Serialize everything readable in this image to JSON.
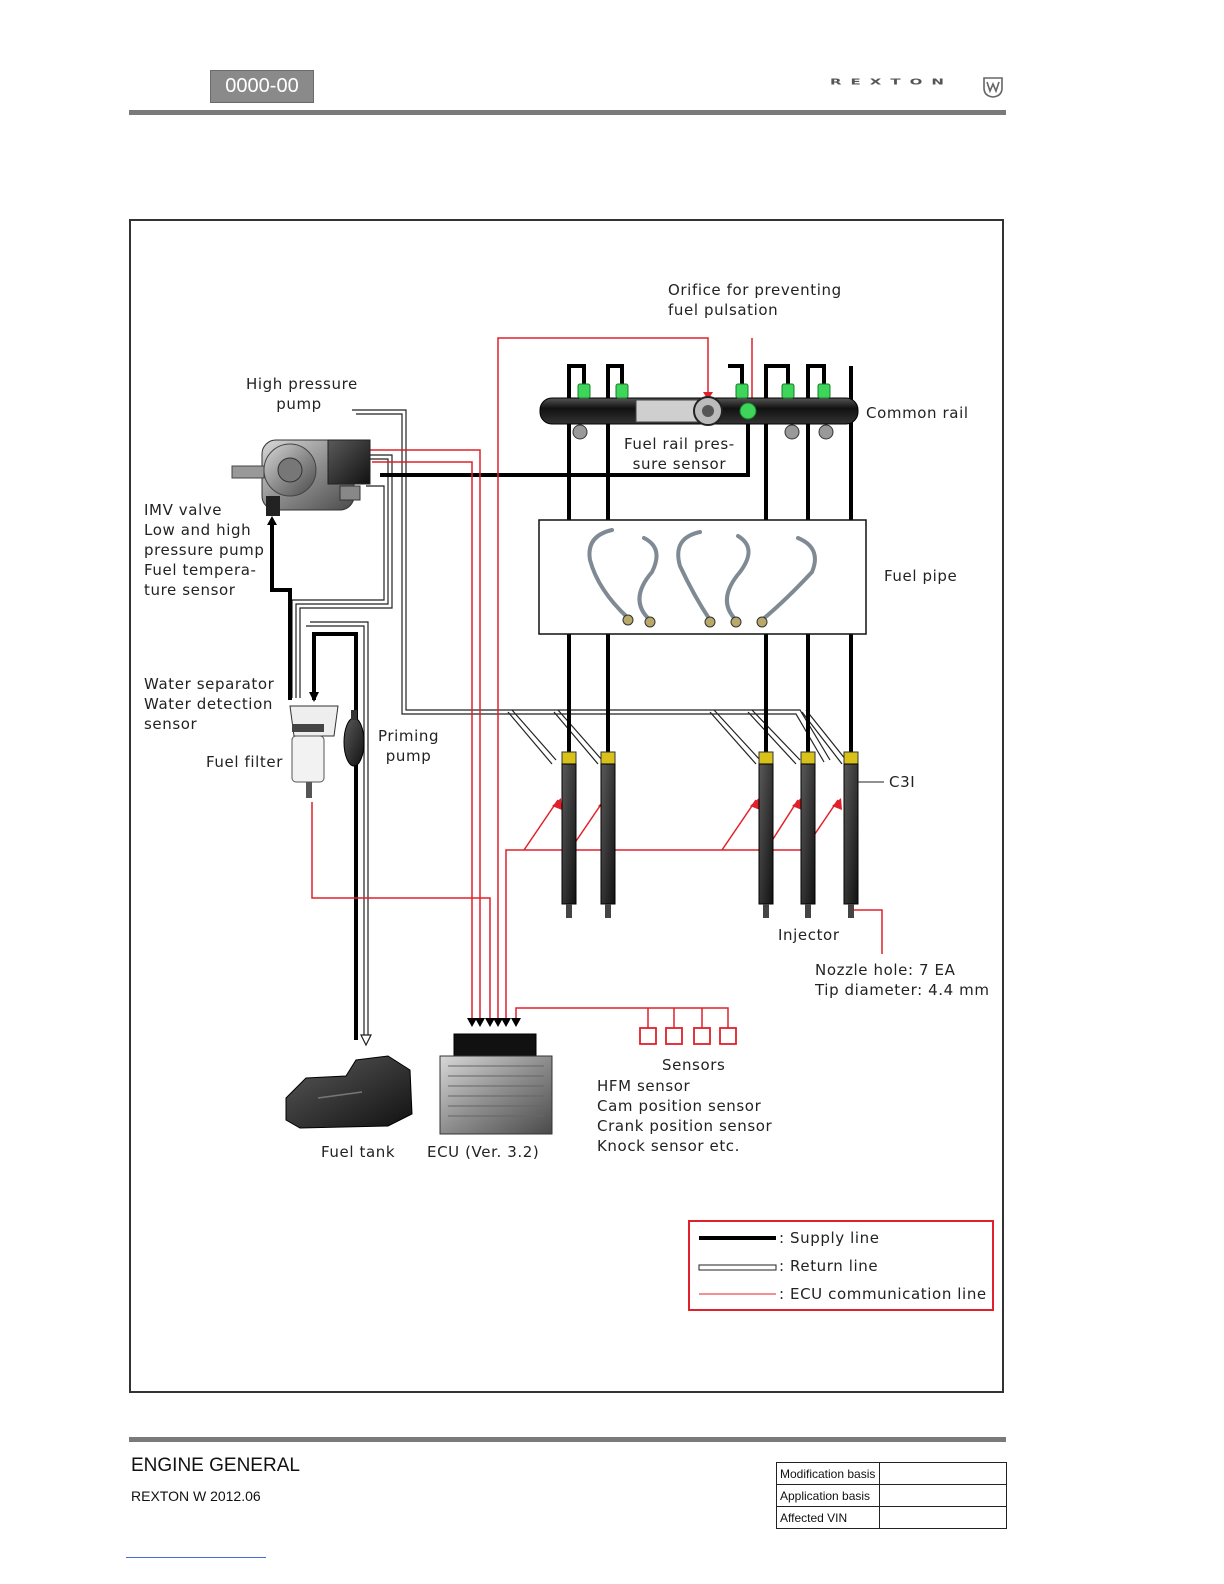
{
  "header": {
    "page_code": "0000-00",
    "brand_logo": "REXTON",
    "logo_icon": "ssangyong-emblem-icon"
  },
  "diagram": {
    "labels": {
      "orifice": "Orifice for preventing\nfuel pulsation",
      "high_pressure_pump": "High pressure\npump",
      "common_rail": "Common rail",
      "fuel_rail_pressure_sensor": "Fuel rail pres-\nsure sensor",
      "imv_valve": "IMV valve\nLow and high\npressure pump\nFuel tempera-\nture sensor",
      "fuel_pipe": "Fuel pipe",
      "water_separator": "Water separator\nWater detection\nsensor",
      "priming_pump": "Priming\npump",
      "fuel_filter": "Fuel filter",
      "c3i": "C3I",
      "injector": "Injector",
      "nozzle": "Nozzle hole: 7 EA\nTip diameter: 4.4 mm",
      "sensors_title": "Sensors",
      "sensors_list": "HFM sensor\nCam position sensor\nCrank position sensor\nKnock sensor etc.",
      "fuel_tank": "Fuel tank",
      "ecu": "ECU (Ver. 3.2)"
    },
    "legend": {
      "supply": ": Supply line",
      "return": ": Return line",
      "ecu_comm": ": ECU communication line"
    },
    "colors": {
      "supply": "#000000",
      "ecu_comm": "#e0202a",
      "legend_border": "#e0202a",
      "connector_green": "#3ed65a",
      "injector_yellow": "#d8c21a"
    }
  },
  "footer": {
    "section": "ENGINE GENERAL",
    "model": "REXTON W 2012.06",
    "table": [
      {
        "key": "Modification basis",
        "value": ""
      },
      {
        "key": "Application basis",
        "value": ""
      },
      {
        "key": "Affected VIN",
        "value": ""
      }
    ]
  }
}
